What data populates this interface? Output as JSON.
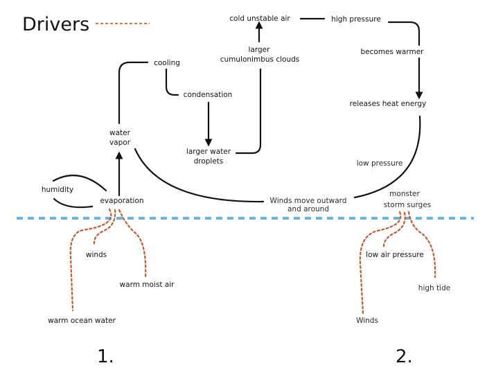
{
  "legend": {
    "title": "Drivers",
    "line_color": "#e0703a"
  },
  "colors": {
    "flow_line": "#111111",
    "driver_line": "#c9552c",
    "sea_line": "#5bb6ea"
  },
  "cycle_nodes": {
    "cold_unstable_air": "cold unstable air",
    "high_pressure": "high pressure",
    "larger_clouds_line1": "larger",
    "larger_clouds_line2": "cumulonimbus clouds",
    "becomes_warmer": "becomes warmer",
    "cooling": "cooling",
    "condensation": "condensation",
    "releases_heat_energy": "releases heat energy",
    "water_vapor_line1": "water",
    "water_vapor_line2": "vapor",
    "larger_droplets_line1": "larger water",
    "larger_droplets_line2": "droplets",
    "low_pressure": "low pressure",
    "humidity": "humidity",
    "evaporation": "evaporation",
    "winds_move_line1": "Winds move outward",
    "winds_move_line2": "and around",
    "monster_line1": "monster",
    "monster_line2": "storm surges"
  },
  "drivers_1": {
    "winds": "winds",
    "warm_moist_air": "warm moist air",
    "warm_ocean_water": "warm ocean water",
    "section_number": "1."
  },
  "drivers_2": {
    "low_air_pressure": "low air pressure",
    "high_tide": "high tide",
    "winds": "Winds",
    "section_number": "2."
  }
}
